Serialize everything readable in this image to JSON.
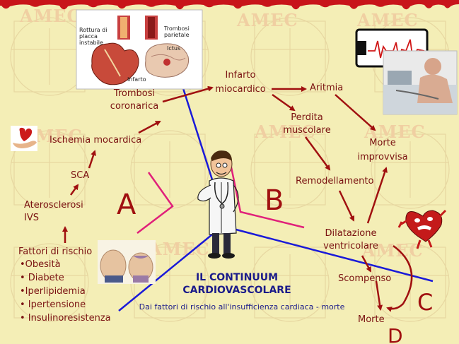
{
  "colors": {
    "background": "#f4eeb6",
    "text": "#7a1212",
    "arrow": "#a01010",
    "blue_line": "#1a1ad8",
    "pink_line": "#e0207a",
    "title": "#1b1b8a"
  },
  "watermark": "AMEC",
  "top_image": {
    "plaque_label": "Rottura di placca instabile",
    "thrombus_label": "Trombosi parietale",
    "heart_label": "Infarto",
    "brain_label": "Ictus"
  },
  "nodes": {
    "risk_title": "Fattori di rischio",
    "risk_items": [
      "•Obesità",
      "• Diabete",
      "•Iperlipidemia",
      "• Ipertensione",
      "• Insulinoresistenza"
    ],
    "atero_1": "Aterosclerosi",
    "atero_2": "IVS",
    "sca": "SCA",
    "ischemia": "Ischemia mocardica",
    "trombosi_1": "Trombosi",
    "trombosi_2": "coronarica",
    "infarto_1": "Infarto",
    "infarto_2": "miocardico",
    "aritmia": "Aritmia",
    "perdita_1": "Perdita",
    "perdita_2": "muscolare",
    "morte_impr_1": "Morte",
    "morte_impr_2": "improvvisa",
    "remodel": "Remodellamento",
    "dilat_1": "Dilatazione",
    "dilat_2": "ventricolare",
    "scompenso": "Scompenso",
    "morte": "Morte"
  },
  "regions": {
    "a": "A",
    "b": "B",
    "c": "C",
    "d": "D"
  },
  "title": {
    "line1": "IL CONTINUUM",
    "line2": "CARDIOVASCOLARE",
    "subtitle": "Dai fattori di rischio all'insufficienza cardiaca - morte"
  },
  "icons": {
    "hand_heart": "heart-in-hand-icon",
    "doctor": "doctor-icon",
    "monitor": "ecg-monitor-icon",
    "patient": "patient-photo",
    "angry_heart": "angry-heart-icon",
    "bellies": "obese-bellies-image"
  }
}
